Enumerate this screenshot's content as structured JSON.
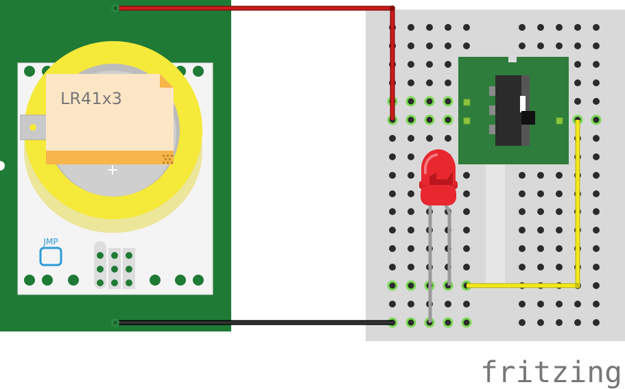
{
  "battery": {
    "label": "LR41x3",
    "polarity": "+"
  },
  "module": {
    "jumper_label": "JMP"
  },
  "branding": {
    "logo_text": "fritzing"
  },
  "colors": {
    "pcb_green": "#1f7a36",
    "board_white": "#f4f4f4",
    "battery_holder": "#f5e93a",
    "breadboard": "#d9d9d9",
    "wire_red": "#b81414",
    "wire_black": "#222222",
    "wire_yellow": "#f4ea1c",
    "led_red": "#e8272f",
    "logo_gray": "#777777"
  }
}
